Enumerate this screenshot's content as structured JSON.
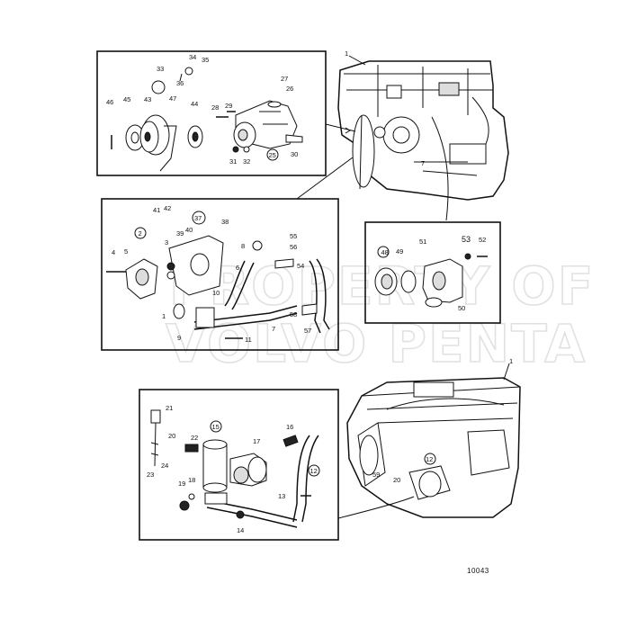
{
  "watermark": {
    "line1": "PROPERTY OF",
    "line2": "VOLVO PENTA"
  },
  "drawing_number": "10043",
  "engine_top_label": "1",
  "engine_bottom_label": "1",
  "engine_top_part_label": "7",
  "engine_bottom_part_labels": [
    "59",
    "20",
    "12"
  ],
  "panel_water_pump": {
    "labels": [
      "33",
      "34",
      "35",
      "36",
      "46",
      "45",
      "43",
      "47",
      "44",
      "28",
      "29",
      "27",
      "26",
      "31",
      "32",
      "25",
      "30"
    ]
  },
  "panel_thermostat_housing": {
    "labels": [
      "2",
      "37",
      "41",
      "42",
      "40",
      "38",
      "39",
      "3",
      "4",
      "5",
      "8",
      "55",
      "56",
      "6",
      "54",
      "10",
      "1",
      "9",
      "58",
      "7",
      "57",
      "11"
    ]
  },
  "panel_thermostat": {
    "labels": [
      "48",
      "49",
      "51",
      "53",
      "52",
      "50"
    ]
  },
  "panel_heat_exchanger": {
    "labels": [
      "21",
      "20",
      "22",
      "15",
      "17",
      "16",
      "24",
      "23",
      "12",
      "19",
      "18",
      "13",
      "14"
    ]
  }
}
